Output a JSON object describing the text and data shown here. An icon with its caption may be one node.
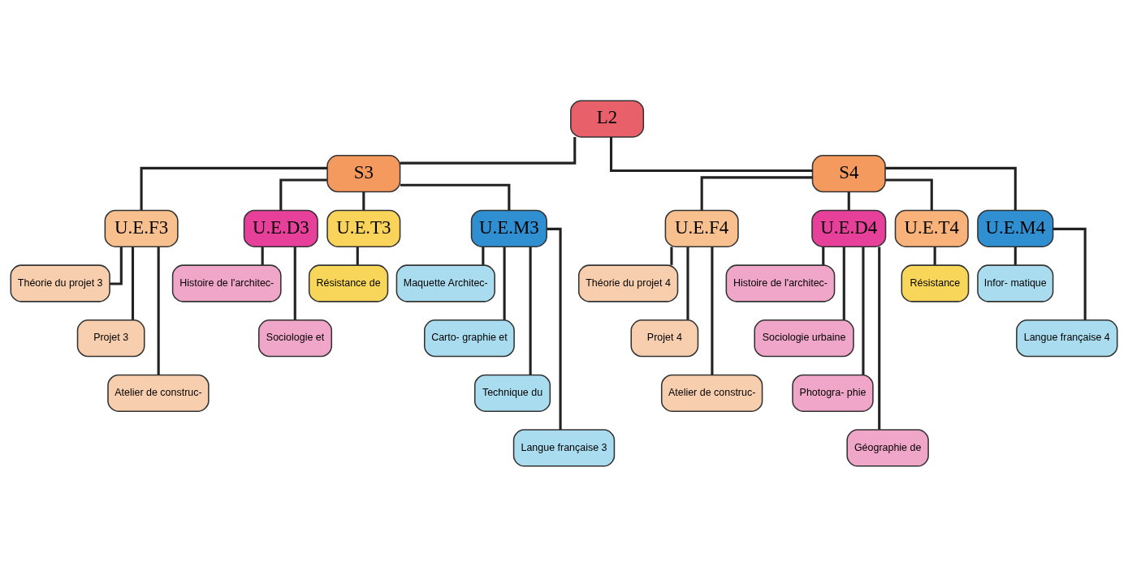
{
  "diagram": {
    "nodes": [
      {
        "text": [
          "L2"
        ]
      },
      {
        "text": [
          "S3"
        ]
      },
      {
        "text": [
          "S4"
        ]
      },
      {
        "text": [
          "U.E.F3"
        ]
      },
      {
        "text": [
          "U.E.D3"
        ]
      },
      {
        "text": [
          "U.E.T3"
        ]
      },
      {
        "text": [
          "U.E.M3"
        ]
      },
      {
        "text": [
          "U.E.F4"
        ]
      },
      {
        "text": [
          "U.E.D4"
        ]
      },
      {
        "text": [
          "U.E.T4"
        ]
      },
      {
        "text": [
          "U.E.M4"
        ]
      },
      {
        "text": [
          "Théorie du projet 3"
        ]
      },
      {
        "text": [
          "Projet 3"
        ]
      },
      {
        "text": [
          "Atelier de construc-"
        ]
      },
      {
        "text": [
          "Histoire de l'architec-"
        ]
      },
      {
        "text": [
          "Sociologie et"
        ]
      },
      {
        "text": [
          "Résistance de"
        ]
      },
      {
        "text": [
          "Maquette Architec-"
        ]
      },
      {
        "text": [
          "Carto- graphie et"
        ]
      },
      {
        "text": [
          "Technique du"
        ]
      },
      {
        "text": [
          "Langue française 3"
        ]
      },
      {
        "text": [
          "Théorie du projet 4"
        ]
      },
      {
        "text": [
          "Projet 4"
        ]
      },
      {
        "text": [
          "Atelier de construc-"
        ]
      },
      {
        "text": [
          "Histoire de l'architec-"
        ]
      },
      {
        "text": [
          "Sociologie urbaine"
        ]
      },
      {
        "text": [
          "Photogra- phie"
        ]
      },
      {
        "text": [
          "Géographie de"
        ]
      },
      {
        "text": [
          "Résistance"
        ]
      },
      {
        "text": [
          "Infor- matique"
        ]
      },
      {
        "text": [
          "Langue française 4"
        ]
      }
    ],
    "edges": [
      {
        "from": 0,
        "to": 1,
        "arrow": "none"
      },
      {
        "from": 0,
        "to": 2,
        "arrow": "none"
      },
      {
        "from": 1,
        "to": 3,
        "arrow": "none"
      },
      {
        "from": 1,
        "to": 4,
        "arrow": "none"
      },
      {
        "from": 1,
        "to": 5,
        "arrow": "none"
      },
      {
        "from": 1,
        "to": 6,
        "arrow": "none"
      },
      {
        "from": 2,
        "to": 7,
        "arrow": "none"
      },
      {
        "from": 2,
        "to": 8,
        "arrow": "none"
      },
      {
        "from": 2,
        "to": 9,
        "arrow": "none"
      },
      {
        "from": 2,
        "to": 10,
        "arrow": "none"
      },
      {
        "from": 3,
        "to": 11,
        "arrow": "none"
      },
      {
        "from": 3,
        "to": 12,
        "arrow": "none"
      },
      {
        "from": 3,
        "to": 13,
        "arrow": "none"
      },
      {
        "from": 4,
        "to": 14,
        "arrow": "none"
      },
      {
        "from": 4,
        "to": 15,
        "arrow": "none"
      },
      {
        "from": 5,
        "to": 16,
        "arrow": "none"
      },
      {
        "from": 6,
        "to": 17,
        "arrow": "none"
      },
      {
        "from": 6,
        "to": 18,
        "arrow": "none"
      },
      {
        "from": 6,
        "to": 19,
        "arrow": "none"
      },
      {
        "from": 6,
        "to": 20,
        "arrow": "none"
      },
      {
        "from": 7,
        "to": 21,
        "arrow": "none"
      },
      {
        "from": 7,
        "to": 22,
        "arrow": "none"
      },
      {
        "from": 7,
        "to": 23,
        "arrow": "none"
      },
      {
        "from": 8,
        "to": 24,
        "arrow": "none"
      },
      {
        "from": 8,
        "to": 25,
        "arrow": "none"
      },
      {
        "from": 8,
        "to": 26,
        "arrow": "none"
      },
      {
        "from": 8,
        "to": 27,
        "arrow": "none"
      },
      {
        "from": 9,
        "to": 28,
        "arrow": "none"
      },
      {
        "from": 10,
        "to": 29,
        "arrow": "none"
      },
      {
        "from": 10,
        "to": 30,
        "arrow": "none"
      }
    ]
  }
}
